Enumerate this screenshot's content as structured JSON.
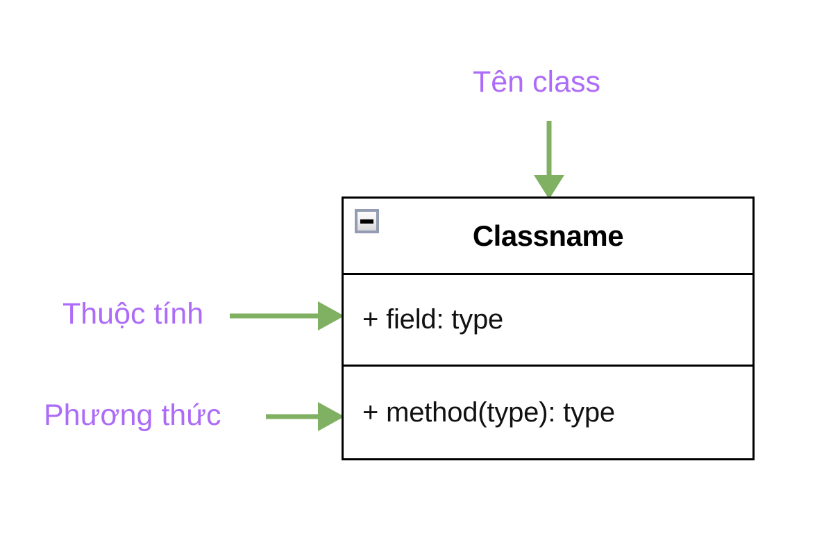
{
  "diagram": {
    "type": "uml-class-diagram",
    "colors": {
      "annotation_text": "#ad6cf7",
      "arrow": "#80b162",
      "box_border": "#000000",
      "box_fill": "#ffffff",
      "member_text": "#111111",
      "icon_border": "#939cb2"
    },
    "annotations": [
      {
        "id": "class-name",
        "label": "Tên class",
        "points_to": "class-title"
      },
      {
        "id": "attribute",
        "label": "Thuộc tính",
        "points_to": "fields-section"
      },
      {
        "id": "method",
        "label": "Phương thức",
        "points_to": "methods-section"
      }
    ],
    "class_box": {
      "collapse_icon": "minus-icon",
      "title": "Classname",
      "fields": [
        {
          "text": "+ field: type"
        }
      ],
      "methods": [
        {
          "text": "+ method(type): type"
        }
      ]
    }
  }
}
